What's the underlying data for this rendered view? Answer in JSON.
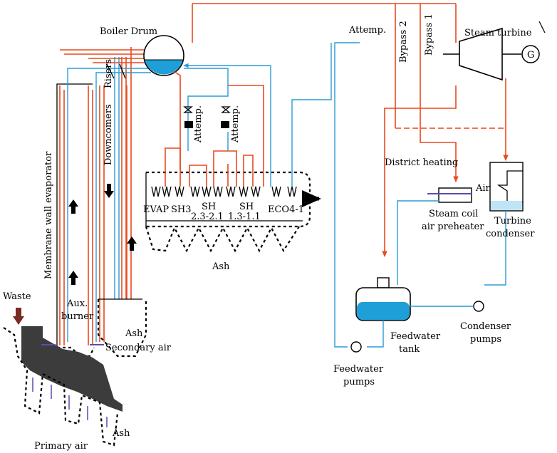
{
  "colors": {
    "hot_line": "#e8491d",
    "cold_line": "#2a9bd5",
    "water": "#1e9fd8",
    "air_arrow": "#5a4cb0",
    "waste_arrow": "#7a2a24",
    "grate": "#3c3c3c"
  },
  "labels": {
    "boiler_drum": "Boiler Drum",
    "risers": "Risers",
    "downcomers": "Downcomers",
    "membrane_wall": "Membrane wall evaporator",
    "attemp_top": "Attemp.",
    "attemp_1": "Attemp.",
    "attemp_2": "Attemp.",
    "bypass2": "Bypass 2",
    "bypass1": "Bypass 1",
    "steam_turbine": "Steam turbine",
    "generator": "G",
    "evap": "EVAP",
    "sh3": "SH3",
    "sh23_a": "SH",
    "sh23_b": "2.3-2.1",
    "sh13_a": "SH",
    "sh13_b": "1.3-1.1",
    "eco": "ECO4-1",
    "district_heating": "District heating",
    "air": "Air",
    "steam_coil_1": "Steam coil",
    "steam_coil_2": "air preheater",
    "turbine_condenser_1": "Turbine",
    "turbine_condenser_2": "condenser",
    "ash_boiler": "Ash",
    "ash_hopper": "Ash",
    "ash_grate": "Ash",
    "aux_burner_1": "Aux.",
    "aux_burner_2": "burner",
    "secondary_air": "Secondary air",
    "waste": "Waste",
    "primary_air": "Primary air",
    "feedwater_tank_1": "Feedwater",
    "feedwater_tank_2": "tank",
    "condenser_pumps_1": "Condenser",
    "condenser_pumps_2": "pumps",
    "feedwater_pumps_1": "Feedwater",
    "feedwater_pumps_2": "pumps"
  }
}
